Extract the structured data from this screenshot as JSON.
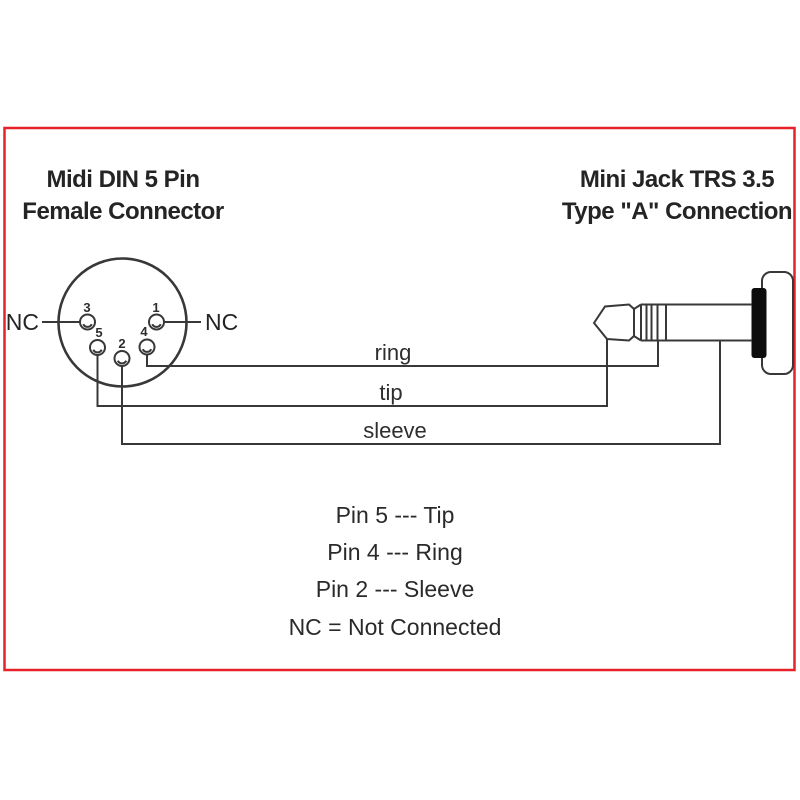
{
  "titles": {
    "left": {
      "line1": "Midi DIN 5 Pin",
      "line2": "Female Connector"
    },
    "right": {
      "line1": "Mini Jack TRS 3.5",
      "line2": "Type \"A\" Connection"
    }
  },
  "din_connector": {
    "nc_left": "NC",
    "nc_right": "NC",
    "pin_numbers": [
      "3",
      "1",
      "5",
      "4",
      "2"
    ]
  },
  "trs_jack": {
    "parts": [
      "tip",
      "ring-bands",
      "sleeve-barrel",
      "washer",
      "cap"
    ]
  },
  "wires": {
    "labels": [
      "ring",
      "tip",
      "sleeve"
    ]
  },
  "legend": {
    "rows": [
      "Pin 5 --- Tip",
      "Pin 4 --- Ring",
      "Pin 2 --- Sleeve",
      "NC = Not Connected"
    ]
  },
  "colors": {
    "border_red": "#e62128",
    "line_dark": "#383838",
    "text_dark": "#242424",
    "washer_black": "#0d0d0d",
    "background": "#ffffff"
  }
}
